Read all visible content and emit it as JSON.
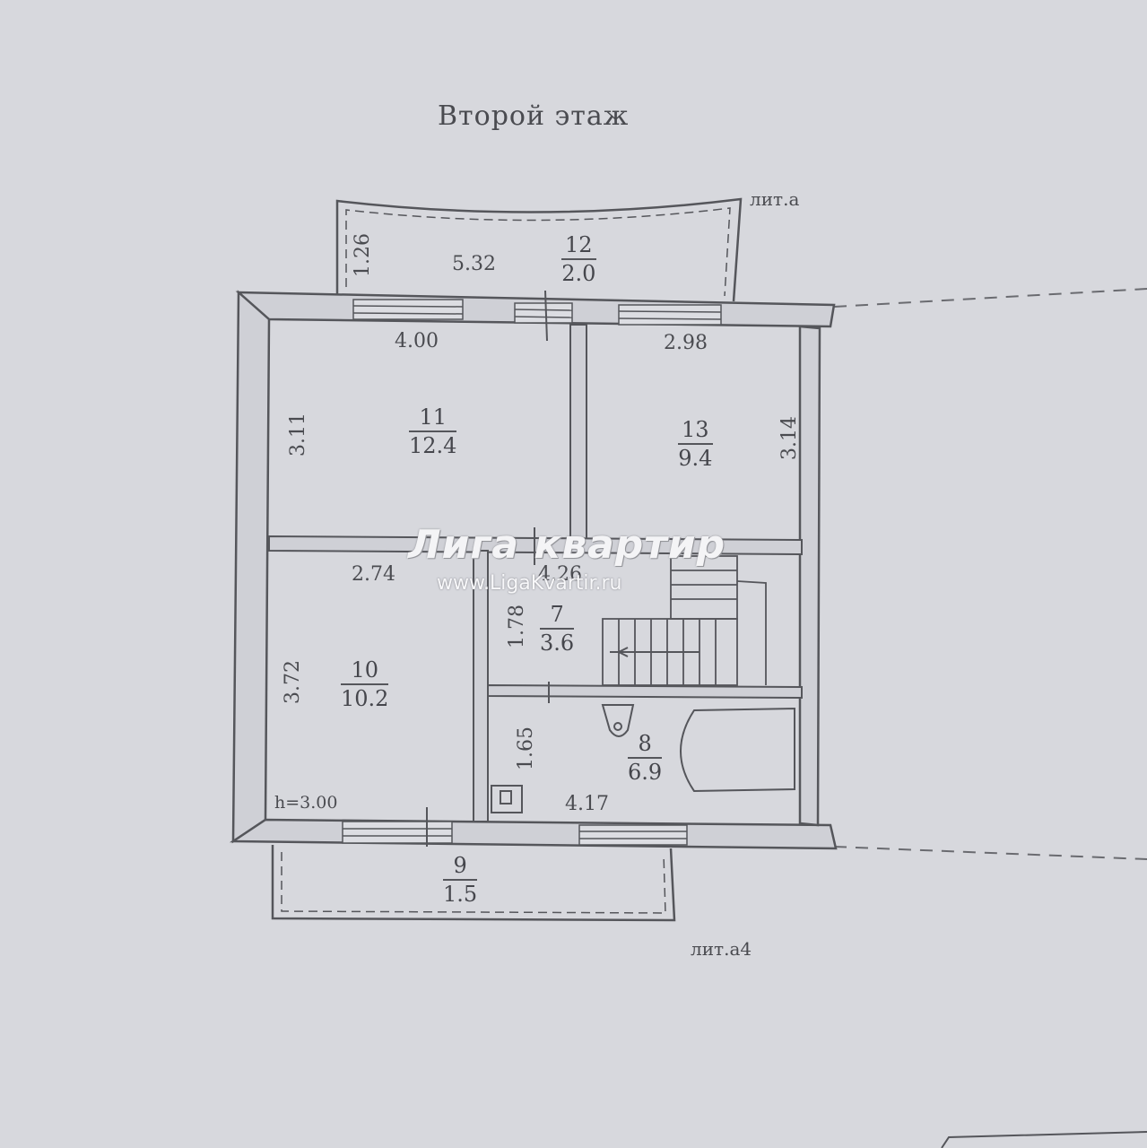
{
  "title": "Второй этаж",
  "labels": {
    "lit_top": "лит.а",
    "lit_bottom": "лит.а4",
    "height": "h=3.00",
    "watermark_name": "Лига квартир",
    "watermark_url": "www.LigaKvartir.ru"
  },
  "rooms": [
    {
      "id": "12",
      "num": "12",
      "area": "2.0"
    },
    {
      "id": "11",
      "num": "11",
      "area": "12.4"
    },
    {
      "id": "13",
      "num": "13",
      "area": "9.4"
    },
    {
      "id": "10",
      "num": "10",
      "area": "10.2"
    },
    {
      "id": "7",
      "num": "7",
      "area": "3.6"
    },
    {
      "id": "8",
      "num": "8",
      "area": "6.9"
    },
    {
      "id": "9",
      "num": "9",
      "area": "1.5"
    }
  ],
  "dimensions": {
    "balcony_top_length": "5.32",
    "balcony_top_depth": "1.26",
    "room11_width": "4.00",
    "room11_depth": "3.11",
    "room13_width": "2.98",
    "room13_depth": "3.14",
    "room10_width": "2.74",
    "room10_depth": "3.72",
    "hall_width": "4.26",
    "room7_depth": "1.78",
    "room8_depth": "1.65",
    "room8_width": "4.17"
  },
  "colors": {
    "paper": "#d7d8dd",
    "ink": "#4a4b50",
    "wall_fill": "#cfd0d6"
  }
}
